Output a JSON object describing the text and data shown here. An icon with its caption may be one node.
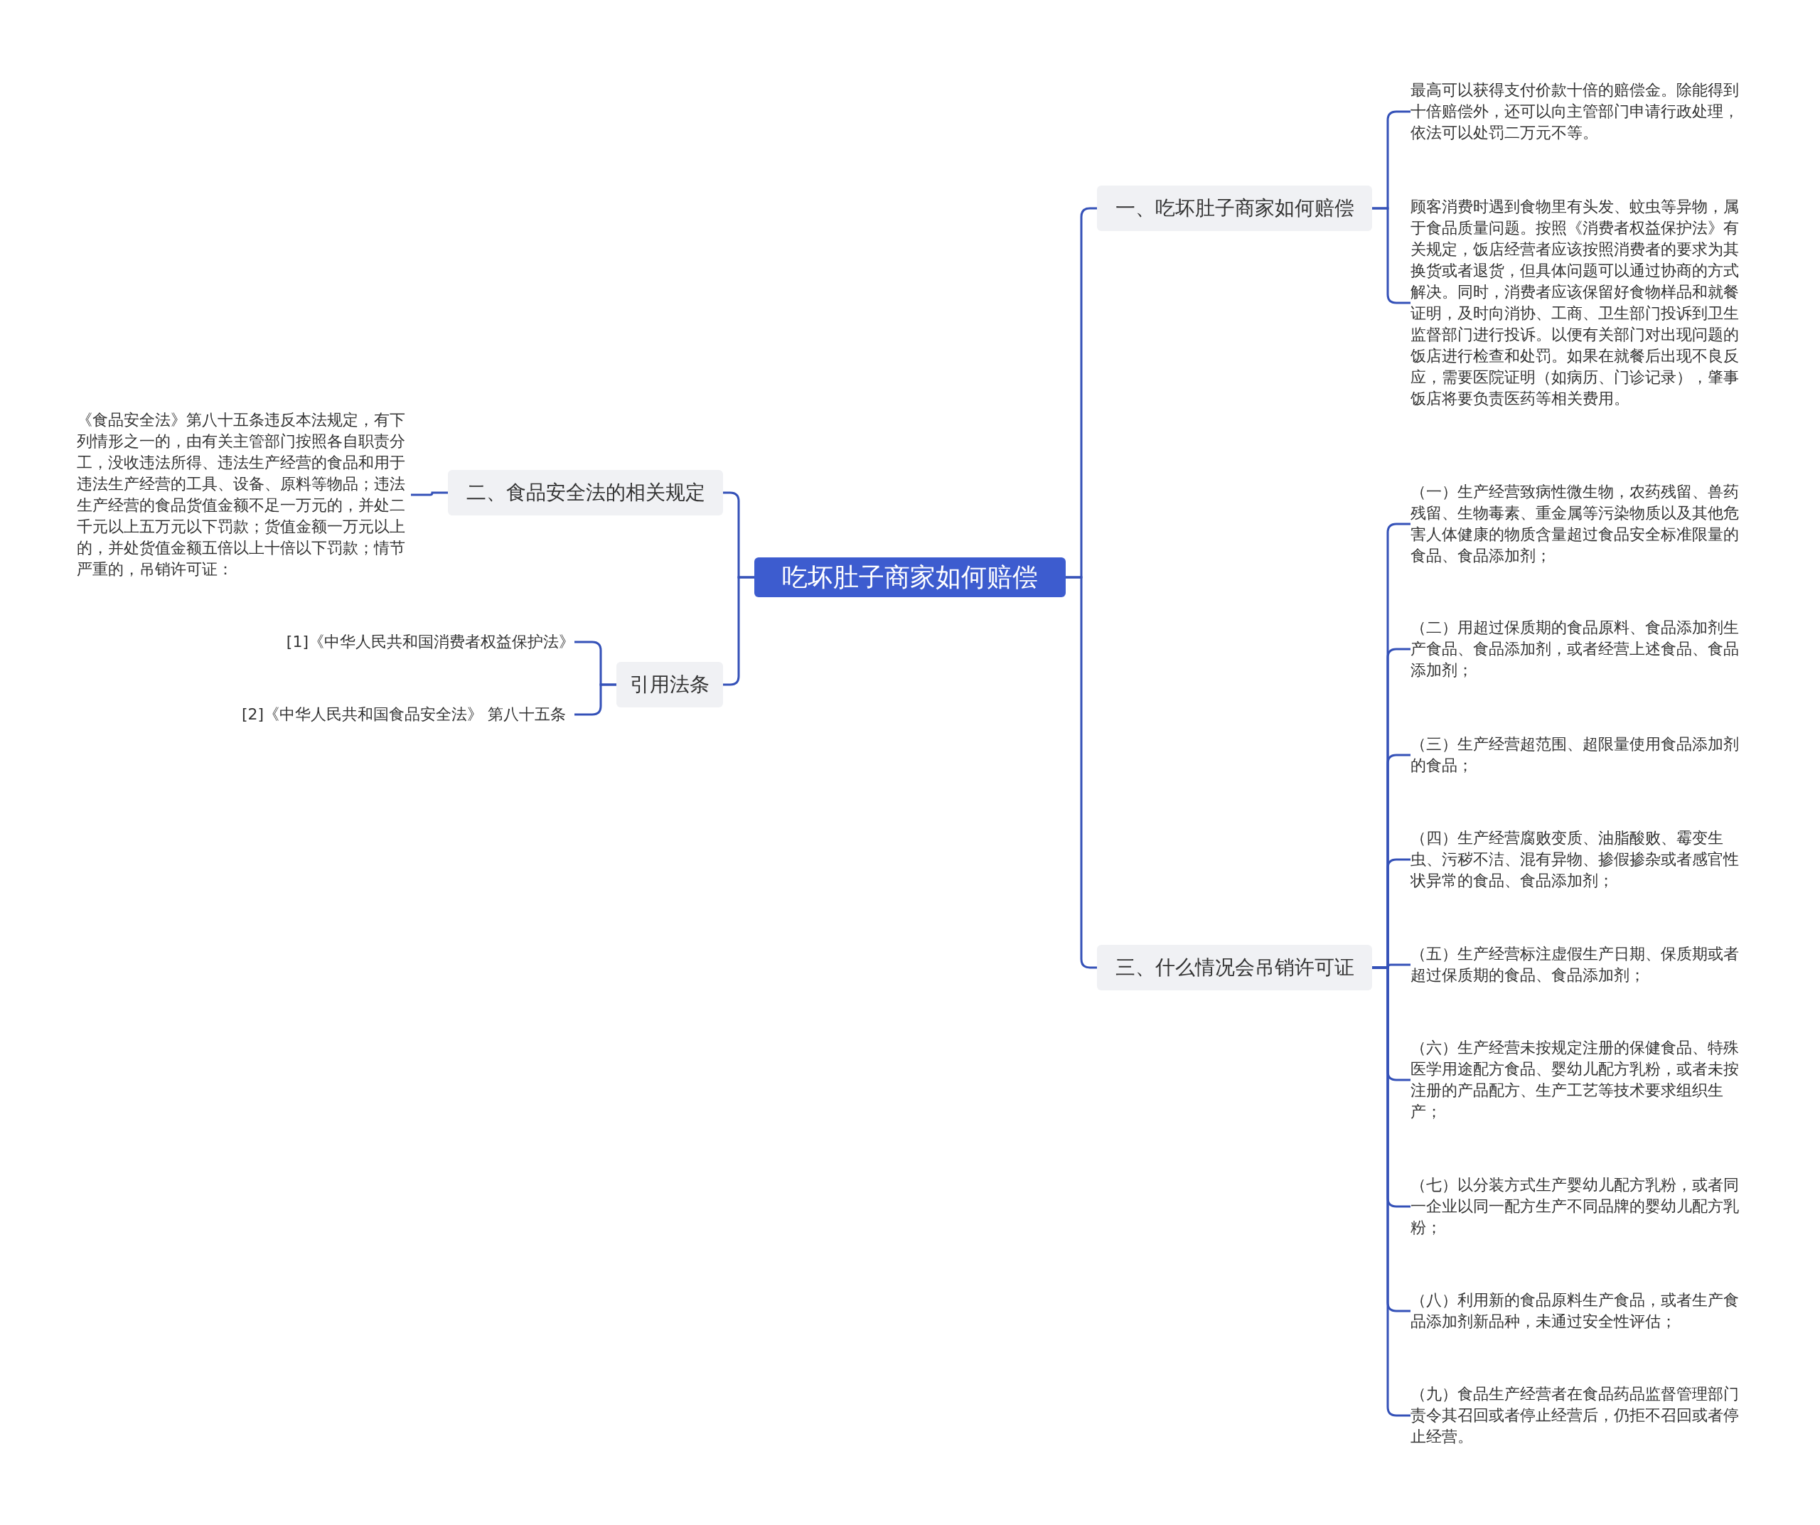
{
  "diagram": {
    "nodes": [
      {
        "text": [
          "吃坏肚子商家如何赔偿"
        ]
      },
      {
        "text": [
          "一、吃坏肚子商家如何赔偿"
        ]
      },
      {
        "text": [
          "最高可以获得支付价款十倍的赔偿金。除能得到十倍赔偿外，还可以向主管部门申请行政处理，依法可以处罚二万元不等。"
        ]
      },
      {
        "text": [
          "顾客消费时遇到食物里有头发、蚊虫等异物，属于食品质量问题。按照《消费者权益保护法》有关规定，饭店经营者应该按照消费者的要求为其换货或者退货，但具体问题可以通过协商的方式解决。同时，消费者应该保留好食物样品和就餐证明，及时向消协、工商、卫生部门投诉到卫生监督部门进行投诉。以便有关部门对出现问题的饭店进行检查和处罚。如果在就餐后出现不良反应，需要医院证明（如病历、门诊记录），肇事饭店将要负责医药等相关费用。"
        ]
      },
      {
        "text": [
          "二、食品安全法的相关规定"
        ]
      },
      {
        "text": [
          "《食品安全法》第八十五条违反本法规定，有下列情形之一的，由有关主管部门按照各自职责分工，没收违法所得、违法生产经营的食品和用于违法生产经营的工具、设备、原料等物品；违法生产经营的食品货值金额不足一万元的，并处二千元以上五万元以下罚款；货值金额一万元以上的，并处货值金额五倍以上十倍以下罚款；情节严重的，吊销许可证："
        ]
      },
      {
        "text": [
          "引用法条"
        ]
      },
      {
        "text": [
          "[1]《中华人民共和国消费者权益保护法》"
        ]
      },
      {
        "text": [
          "[2]《中华人民共和国食品安全法》 第八十五条"
        ]
      },
      {
        "text": [
          "三、什么情况会吊销许可证"
        ]
      },
      {
        "text": [
          "（一）生产经营致病性微生物，农药残留、兽药残留、生物毒素、重金属等污染物质以及其他危害人体健康的物质含量超过食品安全标准限量的食品、食品添加剂；"
        ]
      },
      {
        "text": [
          "（二）用超过保质期的食品原料、食品添加剂生产食品、食品添加剂，或者经营上述食品、食品添加剂；"
        ]
      },
      {
        "text": [
          "（三）生产经营超范围、超限量使用食品添加剂的食品；"
        ]
      },
      {
        "text": [
          "（四）生产经营腐败变质、油脂酸败、霉变生虫、污秽不洁、混有异物、掺假掺杂或者感官性状异常的食品、食品添加剂；"
        ]
      },
      {
        "text": [
          "（五）生产经营标注虚假生产日期、保质期或者超过保质期的食品、食品添加剂；"
        ]
      },
      {
        "text": [
          "（六）生产经营未按规定注册的保健食品、特殊医学用途配方食品、婴幼儿配方乳粉，或者未按注册的产品配方、生产工艺等技术要求组织生产；"
        ]
      },
      {
        "text": [
          "（七）以分装方式生产婴幼儿配方乳粉，或者同一企业以同一配方生产不同品牌的婴幼儿配方乳粉；"
        ]
      },
      {
        "text": [
          "（八）利用新的食品原料生产食品，或者生产食品添加剂新品种，未通过安全性评估；"
        ]
      },
      {
        "text": [
          "（九）食品生产经营者在食品药品监督管理部门责令其召回或者停止经营后，仍拒不召回或者停止经营。"
        ]
      }
    ],
    "edges": [
      {
        "from": 0,
        "to": 1,
        "arrow": "none"
      },
      {
        "from": 1,
        "to": 2,
        "arrow": "none"
      },
      {
        "from": 1,
        "to": 3,
        "arrow": "none"
      },
      {
        "from": 0,
        "to": 4,
        "arrow": "none"
      },
      {
        "from": 4,
        "to": 5,
        "arrow": "none"
      },
      {
        "from": 0,
        "to": 6,
        "arrow": "none"
      },
      {
        "from": 6,
        "to": 7,
        "arrow": "none"
      },
      {
        "from": 6,
        "to": 8,
        "arrow": "none"
      },
      {
        "from": 0,
        "to": 9,
        "arrow": "none"
      },
      {
        "from": 9,
        "to": 10,
        "arrow": "none"
      },
      {
        "from": 9,
        "to": 11,
        "arrow": "none"
      },
      {
        "from": 9,
        "to": 12,
        "arrow": "none"
      },
      {
        "from": 9,
        "to": 13,
        "arrow": "none"
      },
      {
        "from": 9,
        "to": 14,
        "arrow": "none"
      },
      {
        "from": 9,
        "to": 15,
        "arrow": "none"
      },
      {
        "from": 9,
        "to": 16,
        "arrow": "none"
      },
      {
        "from": 9,
        "to": 17,
        "arrow": "none"
      },
      {
        "from": 9,
        "to": 18,
        "arrow": "none"
      }
    ]
  }
}
